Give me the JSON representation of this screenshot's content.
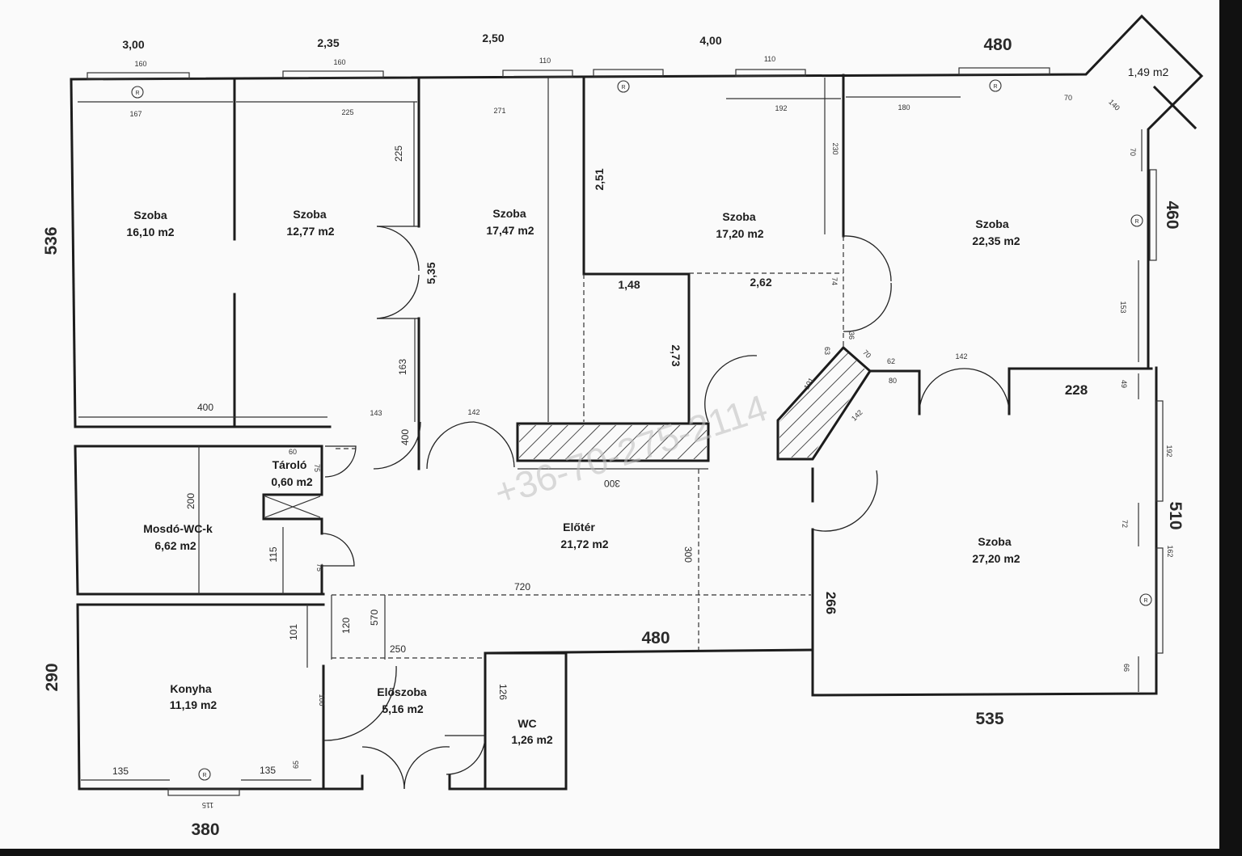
{
  "rooms": [
    {
      "name": "Szoba",
      "area": "16,10 m2"
    },
    {
      "name": "Szoba",
      "area": "12,77 m2"
    },
    {
      "name": "Szoba",
      "area": "17,47 m2"
    },
    {
      "name": "Szoba",
      "area": "17,20 m2"
    },
    {
      "name": "Szoba",
      "area": "22,35 m2"
    },
    {
      "name": "Szoba",
      "area": "27,20 m2"
    },
    {
      "name": "Tároló",
      "area": "0,60 m2"
    },
    {
      "name": "Mosdó-WC-k",
      "area": "6,62 m2"
    },
    {
      "name": "Előtér",
      "area": "21,72 m2"
    },
    {
      "name": "Konyha",
      "area": "11,19 m2"
    },
    {
      "name": "Előszoba",
      "area": "5,16 m2"
    },
    {
      "name": "WC",
      "area": "1,26 m2"
    },
    {
      "name": "",
      "area": "1,49 m2"
    }
  ],
  "dimensions": {
    "top_300": "3,00",
    "top_235": "2,35",
    "top_250": "2,50",
    "top_400": "4,00",
    "top_480": "480",
    "left_536": "536",
    "left_290": "290",
    "bottom_380": "380",
    "bottom_535": "535",
    "right_460": "460",
    "right_510": "510",
    "inner_535": "5,35",
    "inner_251": "2,51",
    "inner_148": "1,48",
    "inner_262": "2,62",
    "inner_273": "2,73",
    "mid_480": "480",
    "mid_228": "228",
    "mid_266": "266",
    "mid_720": "720"
  },
  "small_labels": {
    "d160a": "160",
    "d160b": "160",
    "d110a": "110",
    "d110b": "110",
    "d167": "167",
    "d225": "225",
    "d271": "271",
    "d192": "192",
    "d180": "180",
    "d70a": "70",
    "d140": "140",
    "d225v": "225",
    "d230v": "230",
    "d70v": "70",
    "d153": "153",
    "d163": "163",
    "d400v": "400",
    "d400": "400",
    "d143": "143",
    "d142a": "142",
    "d142b": "142",
    "d142c": "142",
    "d300a": "300",
    "d300b": "300",
    "d200": "200",
    "d115v": "115",
    "d75a": "75",
    "d75b": "75",
    "d60": "60",
    "d570": "570",
    "d120": "120",
    "d250": "250",
    "d101": "101",
    "d100": "100",
    "d126": "126",
    "d135a": "135",
    "d135b": "135",
    "d65": "65",
    "d115": "115",
    "d49": "49",
    "d192v": "192",
    "d72": "72",
    "d162": "162",
    "d66": "66",
    "d63": "63",
    "d36": "36",
    "d70c": "70",
    "d62": "62",
    "d80": "80",
    "d101v": "101",
    "d74": "74"
  },
  "watermark": "+36-70-275-2114"
}
